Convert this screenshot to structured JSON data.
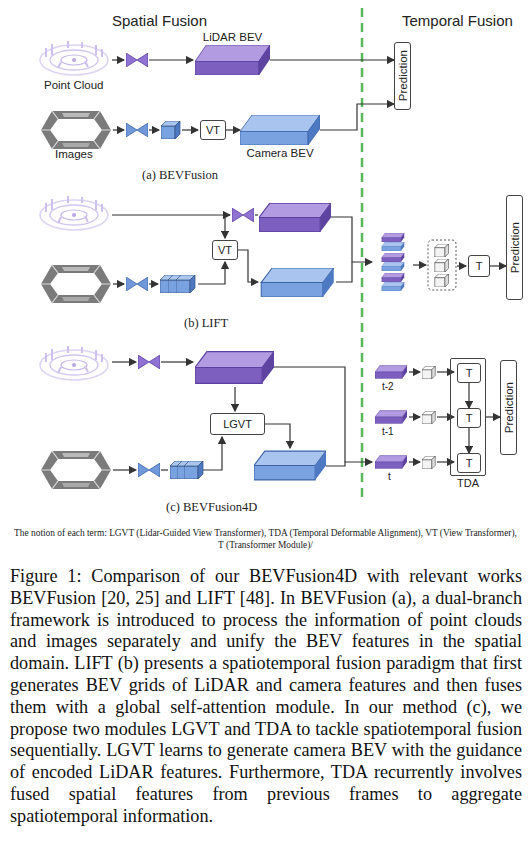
{
  "diagram": {
    "caption": "Figure 1: Comparison of our BEVFusion4D with relevant works BEVFusion [20, 25] and LIFT [48]. In BEVFusion (a), a dual-branch framework is introduced to process the information of point clouds and images separately and unify the BEV features in the spatial domain. LIFT (b) presents a spatiotemporal fusion paradigm that first generates BEV grids of LiDAR and camera features and then fuses them with a global self-attention module. In our method (c), we propose two modules LGVT and TDA to tackle spatiotemporal fusion sequentially. LGVT learns to generate camera BEV with the guidance of encoded LiDAR features. Furthermore, TDA recurrently involves fused spatial features from previous frames to aggregate spatiotemporal information.",
    "nodes": [
      {
        "text": [
          "LiDAR BEV"
        ]
      },
      {
        "text": [
          "VT"
        ]
      },
      {
        "text": [
          "Camera BEV"
        ]
      },
      {
        "text": [
          "Prediction"
        ]
      },
      {
        "text": [
          "VT"
        ]
      },
      {
        "text": [
          "T"
        ]
      },
      {
        "text": [
          "Prediction"
        ]
      },
      {
        "text": [
          "LGVT"
        ]
      },
      {
        "text": [
          "TDA"
        ]
      },
      {
        "text": [
          "T"
        ],
        "in": 8
      },
      {
        "text": [
          "T"
        ],
        "in": 8
      },
      {
        "text": [
          "T"
        ],
        "in": 8
      },
      {
        "text": [
          "Prediction"
        ]
      }
    ],
    "edges": [
      {
        "from": 0,
        "to": 3,
        "arrow": "to"
      },
      {
        "from": 1,
        "to": 2,
        "arrow": "to"
      },
      {
        "from": 2,
        "to": 3,
        "arrow": "to"
      },
      {
        "from": 5,
        "to": 6,
        "arrow": "to"
      },
      {
        "from": 8,
        "to": 12,
        "arrow": "to"
      },
      {
        "from": 9,
        "to": 10,
        "arrow": "to"
      },
      {
        "from": 10,
        "to": 11,
        "arrow": "to"
      }
    ],
    "labels": [
      "Spatial Fusion",
      "Temporal Fusion",
      "Point Cloud",
      "Images",
      "(a) BEVFusion",
      "(b) LIFT",
      "(c) BEVFusion4D",
      "t-2",
      "t-1",
      "t",
      "The notion of each term: LGVT (Lidar-Guided View Transformer), TDA (Temporal Deformable Alignment), VT (View Transformer), T (Transformer Module)/"
    ]
  }
}
